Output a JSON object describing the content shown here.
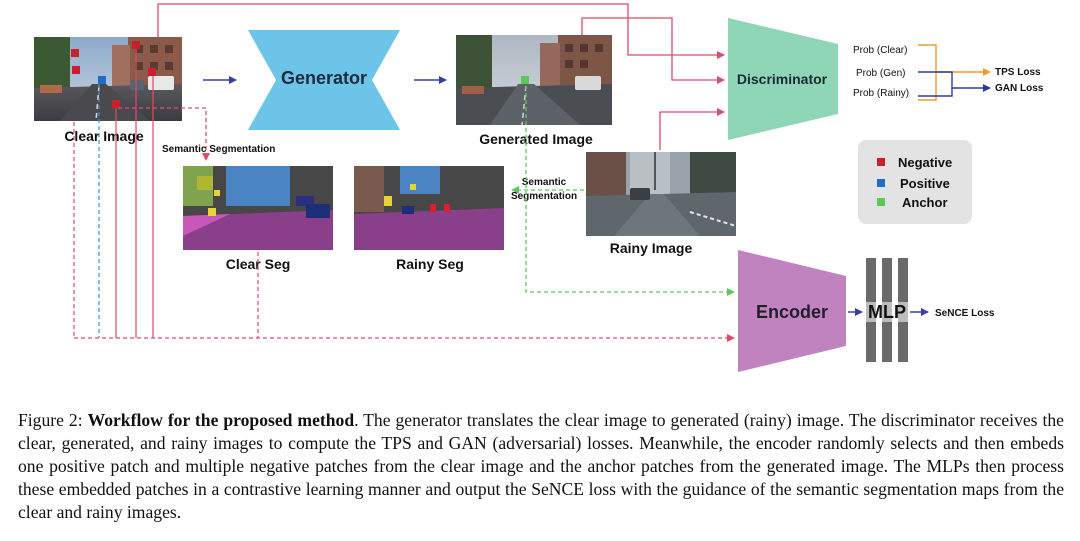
{
  "blocks": {
    "generator": "Generator",
    "discriminator": "Discriminator",
    "encoder": "Encoder",
    "mlp": "MLP"
  },
  "images": {
    "clear": "Clear Image",
    "generated": "Generated Image",
    "rainy": "Rainy Image",
    "clear_seg": "Clear Seg",
    "rainy_seg": "Rainy Seg"
  },
  "arrows": {
    "semantic_segmentation": "Semantic Segmentation",
    "semantic_line1": "Semantic",
    "semantic_line2": "Segmentation"
  },
  "outputs": {
    "prob_clear": "Prob (Clear)",
    "prob_gen": "Prob (Gen)",
    "prob_rainy": "Prob (Rainy)",
    "tps_loss": "TPS Loss",
    "gan_loss": "GAN Loss",
    "sence_loss": "SeNCE Loss"
  },
  "legend": {
    "negative": "Negative",
    "positive": "Positive",
    "anchor": "Anchor"
  },
  "colors": {
    "generator": "#6cc5e9",
    "discriminator": "#8fd6b9",
    "encoder": "#c083c0",
    "negative": "#c8202f",
    "positive": "#1f6fc4",
    "anchor": "#5cc85c",
    "tps_arrow": "#f39a2a",
    "gan_arrow": "#2f3a9f"
  },
  "caption": {
    "label": "Figure 2:",
    "bold": "Workflow for the proposed method",
    "text": ". The generator translates the clear image to generated (rainy) image. The discriminator receives the clear, generated, and rainy images to compute the TPS and GAN (adversarial) losses. Meanwhile, the encoder randomly selects and then embeds one positive patch and multiple negative patches from the clear image and the anchor patches from the generated image. The MLPs then process these embedded patches in a contrastive learning manner and output the SeNCE loss with the guidance of the semantic segmentation maps from the clear and rainy images."
  }
}
